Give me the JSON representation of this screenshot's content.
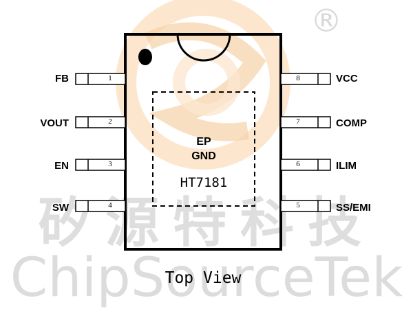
{
  "watermark": {
    "registered_mark": "®",
    "chinese_text": "矽源特科技",
    "english_text": "ChipSourceTek",
    "logo_color": "#f6c28a"
  },
  "package": {
    "ep_line1": "EP",
    "ep_line2": "GND",
    "part_number": "HT7181",
    "view_label": "Top View"
  },
  "pins_left": [
    {
      "number": "1",
      "name": "FB"
    },
    {
      "number": "2",
      "name": "VOUT"
    },
    {
      "number": "3",
      "name": "EN"
    },
    {
      "number": "4",
      "name": "SW"
    }
  ],
  "pins_right": [
    {
      "number": "8",
      "name": "VCC"
    },
    {
      "number": "7",
      "name": "COMP"
    },
    {
      "number": "6",
      "name": "ILIM"
    },
    {
      "number": "5",
      "name": "SS/EMI"
    }
  ]
}
